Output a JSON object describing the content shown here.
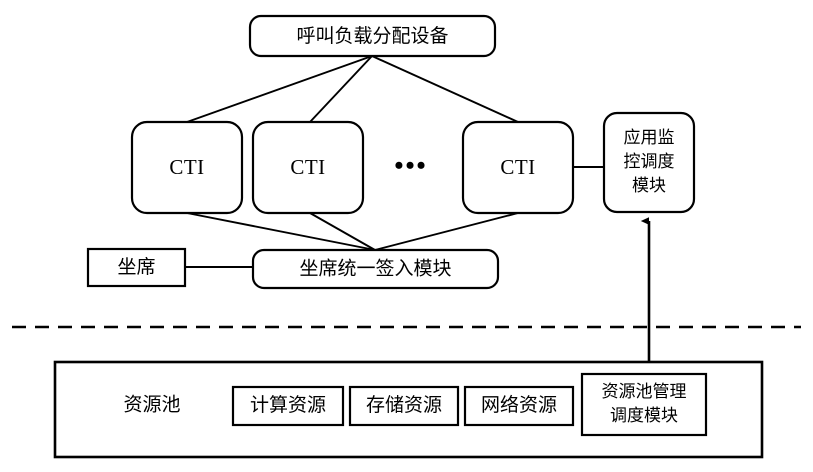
{
  "diagram": {
    "title_top": "呼叫负载分配设备",
    "upper_layer": {
      "cti_nodes": [
        {
          "label": "CTI"
        },
        {
          "label": "CTI"
        },
        {
          "label": "CTI"
        }
      ],
      "ellipsis": "•••",
      "monitor_module": {
        "line1": "应用监",
        "line2": "控调度",
        "line3": "模块"
      },
      "agent": "坐席",
      "agent_login_module": "坐席统一签入模块"
    },
    "divider": {
      "style": "dashed"
    },
    "lower_layer": {
      "pool_label": "资源池",
      "resources": [
        {
          "label": "计算资源"
        },
        {
          "label": "存储资源"
        },
        {
          "label": "网络资源"
        }
      ],
      "pool_manager": {
        "line1": "资源池管理",
        "line2": "调度模块"
      }
    },
    "colors": {
      "stroke": "#000000",
      "fill": "#ffffff",
      "background": "#ffffff"
    }
  }
}
